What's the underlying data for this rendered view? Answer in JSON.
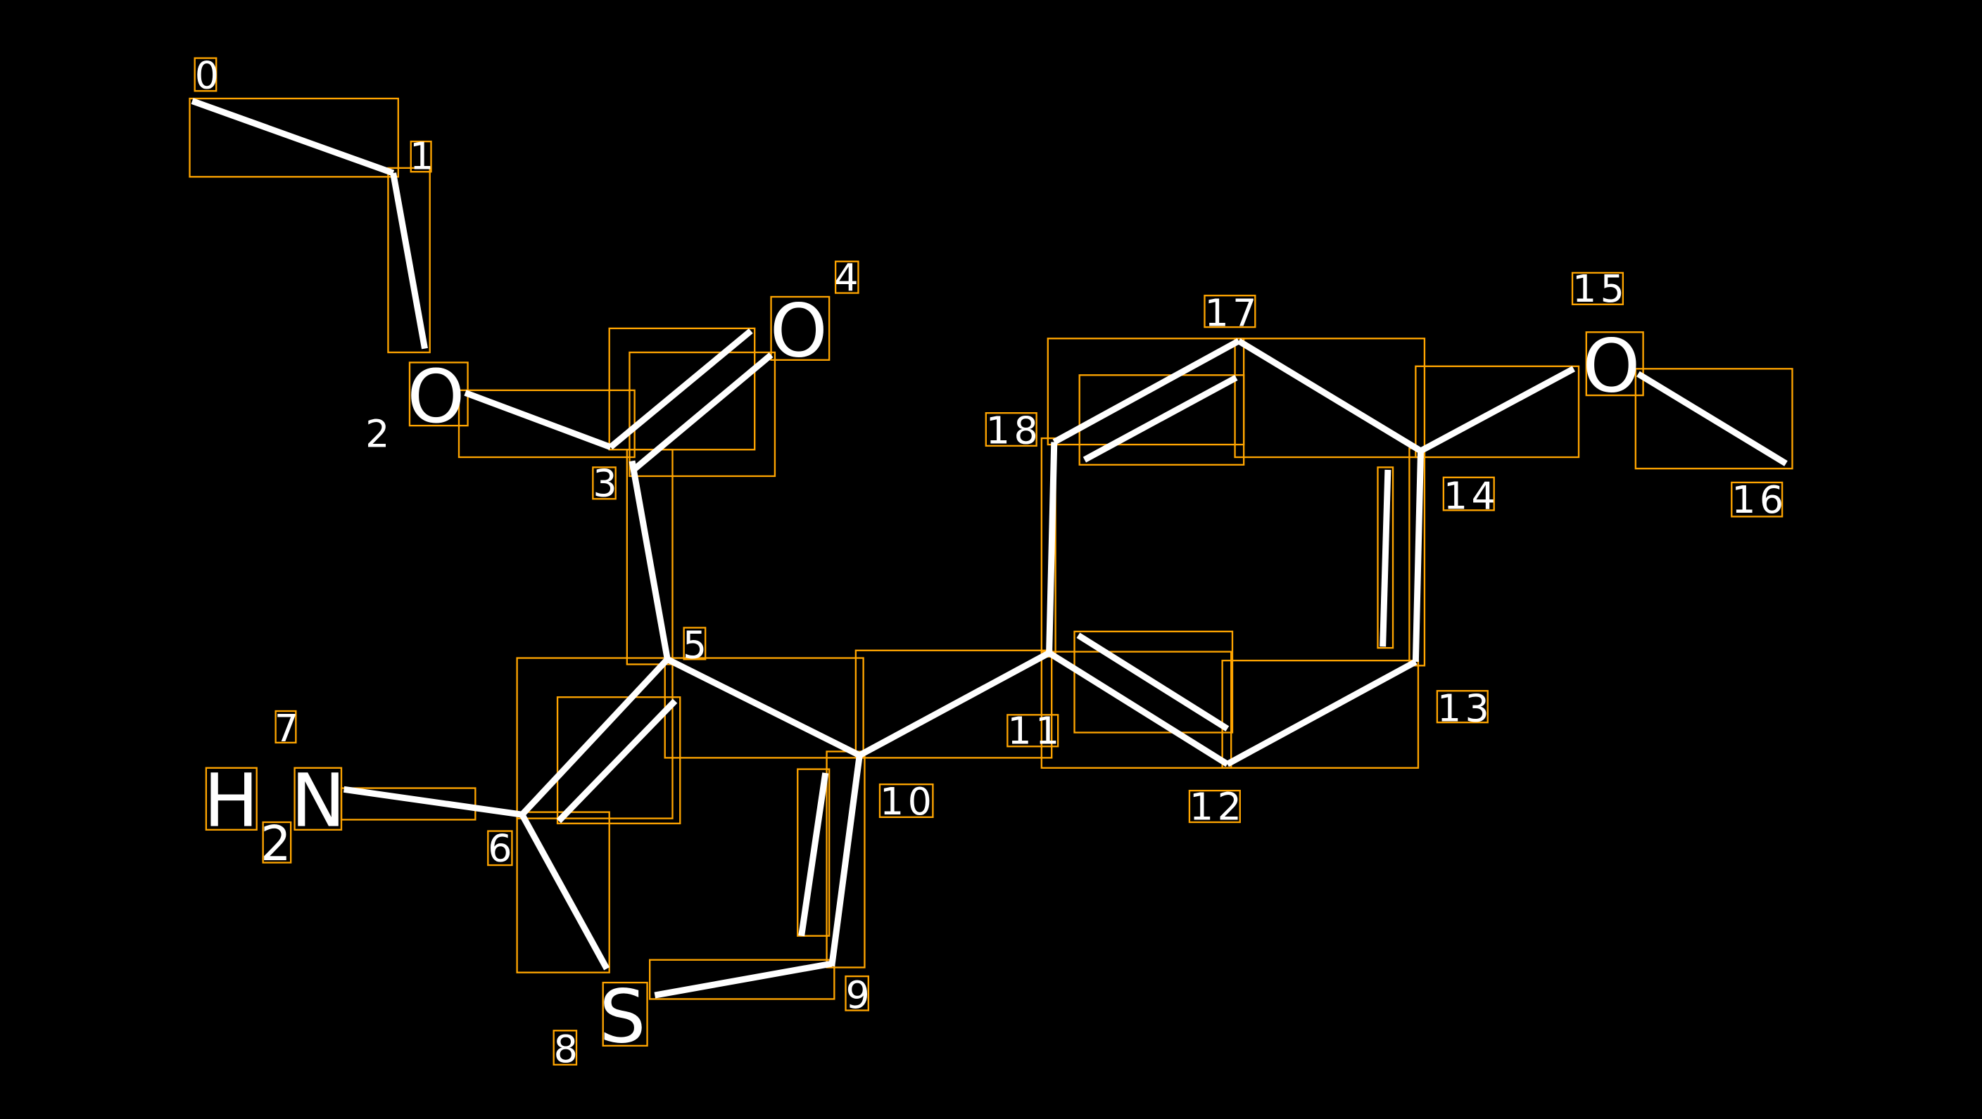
{
  "diagram": {
    "type": "molecule-with-atom-index-annotations",
    "atoms": {
      "o2": "O",
      "o4": "O",
      "amine": {
        "h": "H",
        "sub": "2",
        "n": "N"
      },
      "s8": "S",
      "o15": "O"
    },
    "indices": [
      "0",
      "1",
      "2",
      "3",
      "4",
      "5",
      "6",
      "7",
      "8",
      "9",
      "10",
      "11",
      "12",
      "13",
      "14",
      "15",
      "16",
      "17",
      "18"
    ],
    "colors": {
      "background": "#000000",
      "bond": "#ffffff",
      "box": "#ffa500"
    }
  }
}
